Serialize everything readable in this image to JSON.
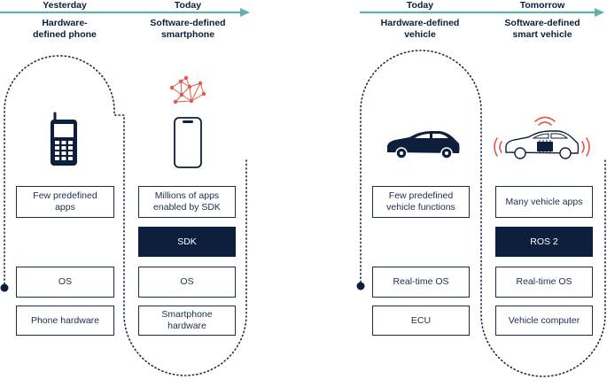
{
  "colors": {
    "arrow": "#5fb3a6",
    "navy": "#0e1f3d",
    "signal": "#e05a4a"
  },
  "left_panel": {
    "yesterday": {
      "era": "Yesterday",
      "title": "Hardware-defined phone",
      "layers": [
        "Few predefined\napps",
        "OS",
        "Phone hardware"
      ],
      "icon": "feature-phone-icon"
    },
    "today": {
      "era": "Today",
      "title": "Software-defined smartphone",
      "layers": [
        "Millions of apps\nenabled by SDK",
        "SDK",
        "OS",
        "Smartphone hardware"
      ],
      "icon": "smartphone-icon"
    }
  },
  "right_panel": {
    "today": {
      "era": "Today",
      "title": "Hardware-defined vehicle",
      "layers": [
        "Few predefined\nvehicle functions",
        "Real-time OS",
        "ECU"
      ],
      "icon": "car-icon"
    },
    "tomorrow": {
      "era": "Tomorrow",
      "title": "Software-defined smart vehicle",
      "layers": [
        "Many vehicle apps",
        "ROS 2",
        "Real-time OS",
        "Vehicle computer"
      ],
      "icon": "connected-car-icon"
    }
  }
}
